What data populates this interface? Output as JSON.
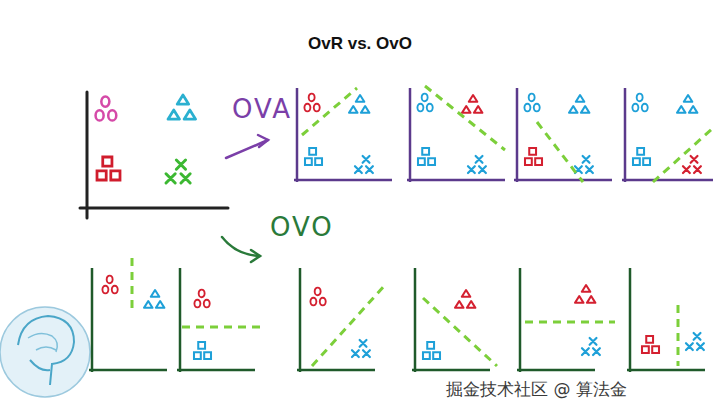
{
  "diagram": {
    "title": "OvR vs. OvO",
    "labels": [
      "OVA",
      "OVO",
      "掘金技术社区 @ 算法金"
    ]
  }
}
